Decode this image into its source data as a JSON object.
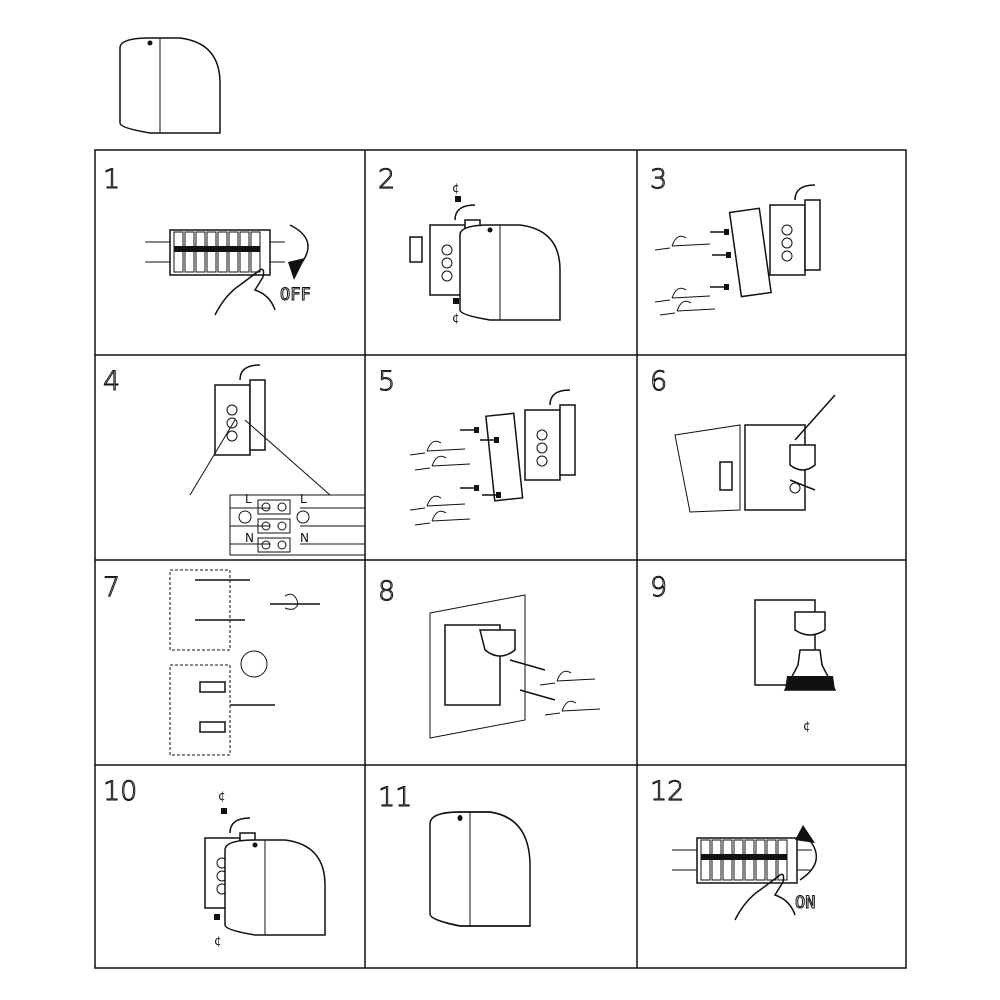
{
  "steps": [
    {
      "number": "1",
      "label": "OFF"
    },
    {
      "number": "2"
    },
    {
      "number": "3"
    },
    {
      "number": "4",
      "wiring_labels": [
        "L",
        "N",
        "L",
        "N"
      ]
    },
    {
      "number": "5"
    },
    {
      "number": "6"
    },
    {
      "number": "7"
    },
    {
      "number": "8"
    },
    {
      "number": "9"
    },
    {
      "number": "10"
    },
    {
      "number": "11"
    },
    {
      "number": "12",
      "label": "ON"
    }
  ],
  "icons": [
    "wall-lamp",
    "circuit-breaker",
    "screw",
    "screwdriver",
    "junction-box",
    "wall-plug",
    "drill",
    "gu10-bulb",
    "earth-symbol"
  ]
}
